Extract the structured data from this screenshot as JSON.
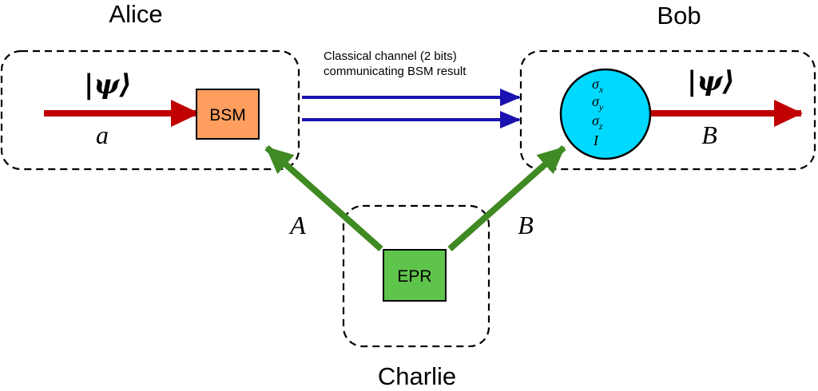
{
  "parties": {
    "alice": "Alice",
    "bob": "Bob",
    "charlie": "Charlie"
  },
  "classical_channel": {
    "line1": "Classical channel (2 bits)",
    "line2": "communicating BSM result"
  },
  "boxes": {
    "bsm": "BSM",
    "epr": "EPR"
  },
  "state_label": "|ψ⟩",
  "qubits": {
    "alice_input": "a",
    "epr_to_alice": "A",
    "epr_to_bob": "B",
    "bob_output": "B"
  },
  "operations": [
    {
      "base": "σ",
      "sub": "x"
    },
    {
      "base": "σ",
      "sub": "y"
    },
    {
      "base": "σ",
      "sub": "z"
    },
    {
      "base": "I",
      "sub": ""
    }
  ],
  "colors": {
    "quantum_arrow": "#c00000",
    "epr_arrow": "#3f8a23",
    "classical_arrow": "#1a12b0",
    "bsm_fill": "#ff9e5e",
    "epr_fill": "#5fc44c",
    "bob_circle_fill": "#00d9ff"
  }
}
